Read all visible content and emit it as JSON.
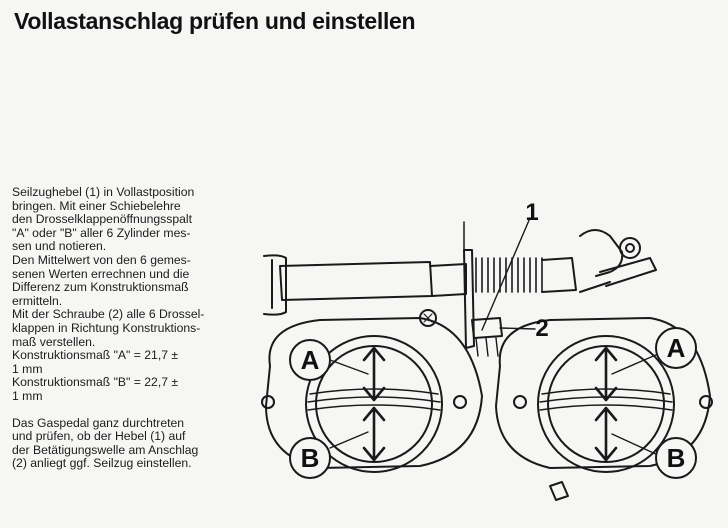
{
  "heading": "Vollastanschlag prüfen und einstellen",
  "paragraphs": [
    "Seilzughebel (1) in Vollastposition",
    "bringen. Mit einer Schiebelehre",
    "den  Drosselklappenöffnungsspalt",
    "\"A\" oder \"B\" aller 6 Zylinder mes-",
    "sen und notieren.",
    "Den Mittelwert von den 6 gemes-",
    "senen Werten errechnen und die",
    "Differenz zum Konstruktionsmaß",
    "ermitteln.",
    "Mit der Schraube (2) alle 6 Drossel-",
    "klappen in Richtung Konstruktions-",
    "maß verstellen.",
    "Konstruktionsmaß \"A\"  =  21,7 ±",
    "1 mm",
    "Konstruktionsmaß \"B\"  =  22,7 ±",
    "1 mm"
  ],
  "paragraphs2": [
    "Das Gaspedal ganz durchtreten",
    "und prüfen, ob der Hebel (1) auf",
    "der Betätigungswelle am Anschlag",
    "(2) anliegt ggf. Seilzug einstellen."
  ],
  "figure": {
    "callout_1": "1",
    "callout_2": "2",
    "label_a_left": "A",
    "label_b_left": "B",
    "label_a_right": "A",
    "label_b_right": "B"
  }
}
